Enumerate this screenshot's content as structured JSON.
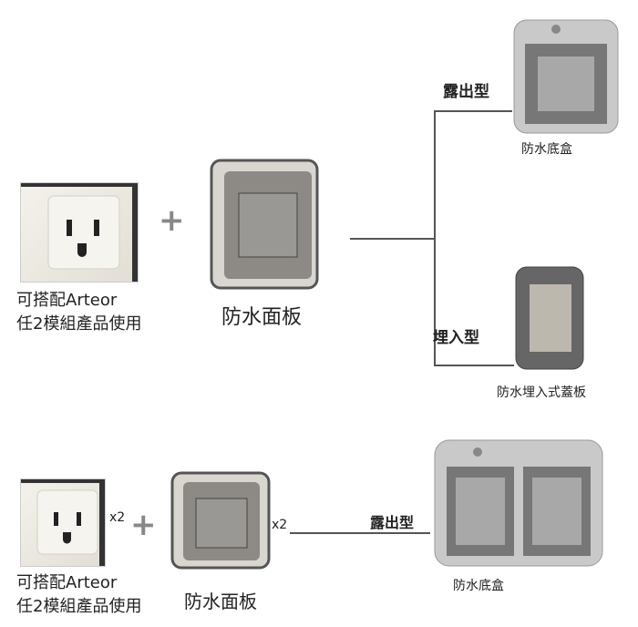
{
  "top": {
    "compat_line1": "可搭配Arteor",
    "compat_line2": "任2模組產品使用",
    "plus": "+",
    "panel_label": "防水面板",
    "surface_type": "露出型",
    "surface_box_label": "防水底盒",
    "flush_type": "埋入型",
    "flush_cover_label": "防水埋入式蓋板"
  },
  "bottom": {
    "socket_qty": "x2",
    "plus": "+",
    "panel_qty": "x2",
    "surface_type": "露出型",
    "surface_box_label": "防水底盒",
    "compat_line1": "可搭配Arteor",
    "compat_line2": "任2模組產品使用",
    "panel_label": "防水面板"
  }
}
